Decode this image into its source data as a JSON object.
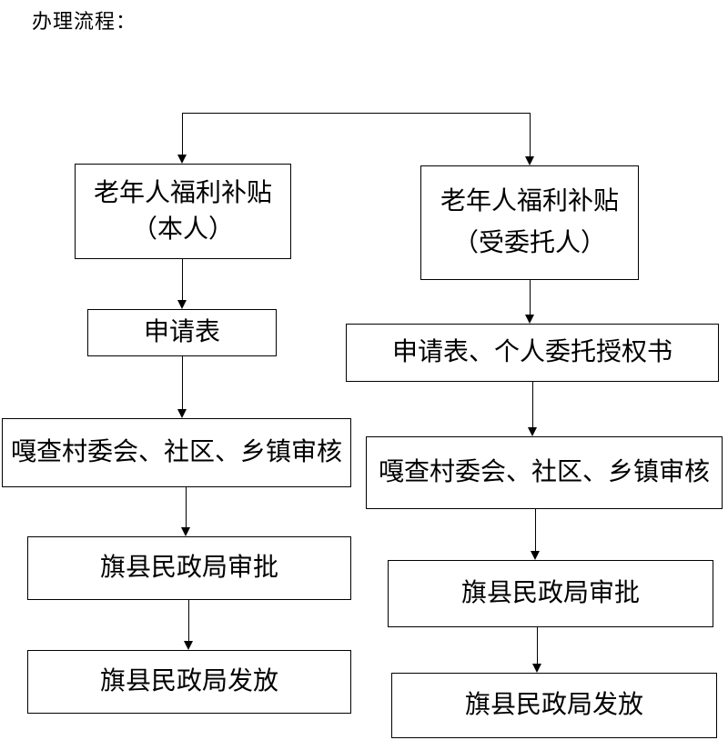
{
  "page": {
    "title": "办理流程："
  },
  "flow": {
    "left": {
      "applicant_line1": "老年人福利补贴",
      "applicant_line2": "（本人）",
      "form": "申请表",
      "review": "嘎查村委会、社区、乡镇审核",
      "approve": "旗县民政局审批",
      "issue": "旗县民政局发放"
    },
    "right": {
      "applicant_line1": "老年人福利补贴",
      "applicant_line2": "（受委托人）",
      "form": "申请表、个人委托授权书",
      "review": "嘎查村委会、社区、乡镇审核",
      "approve": "旗县民政局审批",
      "issue": "旗县民政局发放"
    }
  }
}
